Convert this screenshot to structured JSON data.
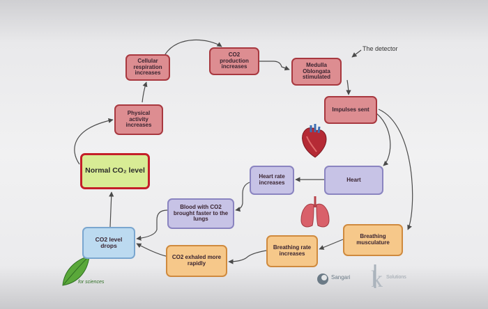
{
  "diagram": {
    "nodes": {
      "cellular": "Cellular respiration increases",
      "co2prod": "CO2 production increases",
      "medulla": "Medulla Oblongata stimulated",
      "impulses": "Impulses sent",
      "physical": "Physical activity increases",
      "normal": "Normal CO₂ level",
      "heart": "Heart",
      "heartrate": "Heart rate increases",
      "blood": "Blood with CO2 brought faster to the lungs",
      "co2drops": "CO2 level drops",
      "exhaled": "CO2 exhaled more rapidly",
      "breathrate": "Breathing rate increases",
      "musculature": "Breathing musculature"
    },
    "detector_label": "The detector",
    "brand_text": "Sangari",
    "footer_text": "for sciences",
    "brand2_text": "Solutions",
    "icons": [
      "heart-illustration-icon",
      "lungs-illustration-icon",
      "leaf-icon",
      "sangari-logo-icon",
      "k-logo-icon"
    ],
    "colors": {
      "red_box": "#dd8d91",
      "purple_box": "#c7c3e6",
      "blue_box": "#bcdaf0",
      "orange_box": "#f6c88a",
      "green_box": "#d8ec95",
      "arrow": "#4a4a4a"
    }
  }
}
